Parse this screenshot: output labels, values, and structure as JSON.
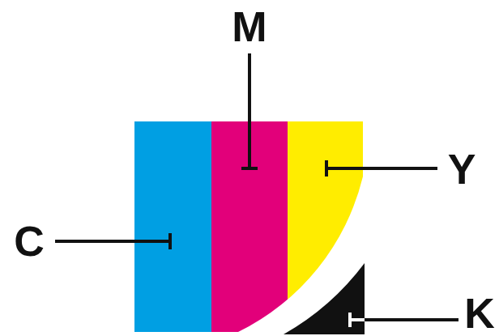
{
  "diagram": {
    "labels": [
      "M",
      "C",
      "Y",
      "K"
    ]
  }
}
